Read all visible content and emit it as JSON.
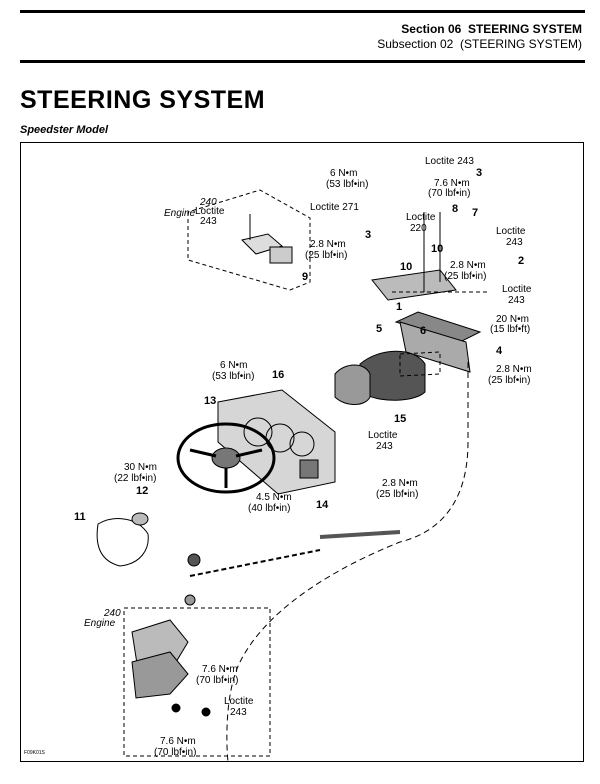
{
  "header": {
    "section_label": "Section 06",
    "section_name": "STEERING SYSTEM",
    "subsection_label": "Subsection 02",
    "subsection_name": "(STEERING SYSTEM)"
  },
  "title": "STEERING SYSTEM",
  "subtitle": "Speedster Model",
  "diagram": {
    "callouts": {
      "loctite_243_top": "Loctite 243",
      "torque_6nm_a": "6 N•m",
      "torque_53lbf_a": "(53 lbf•in)",
      "torque_76nm_a": "7.6 N•m",
      "torque_70lbf_a": "(70 lbf•in)",
      "loctite_271": "Loctite 271",
      "loctite_220_a": "Loctite",
      "loctite_220_b": "220",
      "loctite_243_r1_a": "Loctite",
      "loctite_243_r1_b": "243",
      "engine_240_a": "240",
      "engine_label_a": "Engine",
      "loctite_243_eng_a": "Loctite",
      "loctite_243_eng_b": "243",
      "torque_28nm_a": "2.8 N•m",
      "torque_25lbf_a": "(25 lbf•in)",
      "torque_28nm_b": "2.8 N•m",
      "torque_25lbf_b": "(25 lbf•in)",
      "loctite_243_r2_a": "Loctite",
      "loctite_243_r2_b": "243",
      "torque_20nm": "20 N•m",
      "torque_15lbfft": "(15 lbf•ft)",
      "torque_6nm_b": "6 N•m",
      "torque_53lbf_b": "(53 lbf•in)",
      "torque_28nm_c": "2.8 N•m",
      "torque_25lbf_c": "(25 lbf•in)",
      "loctite_243_mid_a": "Loctite",
      "loctite_243_mid_b": "243",
      "torque_30nm": "30 N•m",
      "torque_22lbf": "(22 lbf•in)",
      "torque_28nm_d": "2.8 N•m",
      "torque_25lbf_d": "(25 lbf•in)",
      "torque_45nm": "4.5 N•m",
      "torque_40lbf": "(40 lbf•in)",
      "engine_240_b": "240",
      "engine_label_b": "Engine",
      "torque_76nm_b": "7.6 N•m",
      "torque_70lbf_b": "(70 lbf•in)",
      "loctite_243_bot_a": "Loctite",
      "loctite_243_bot_b": "243",
      "torque_76nm_c": "7.6 N•m",
      "torque_70lbf_c": "(70 lbf•in)",
      "figure_code": "F09K01S"
    },
    "part_numbers": {
      "p1": "1",
      "p2": "2",
      "p3a": "3",
      "p3b": "3",
      "p4": "4",
      "p5": "5",
      "p6": "6",
      "p7": "7",
      "p8": "8",
      "p9": "9",
      "p10a": "10",
      "p10b": "10",
      "p11": "11",
      "p12": "12",
      "p13": "13",
      "p14": "14",
      "p15": "15",
      "p16": "16"
    }
  }
}
